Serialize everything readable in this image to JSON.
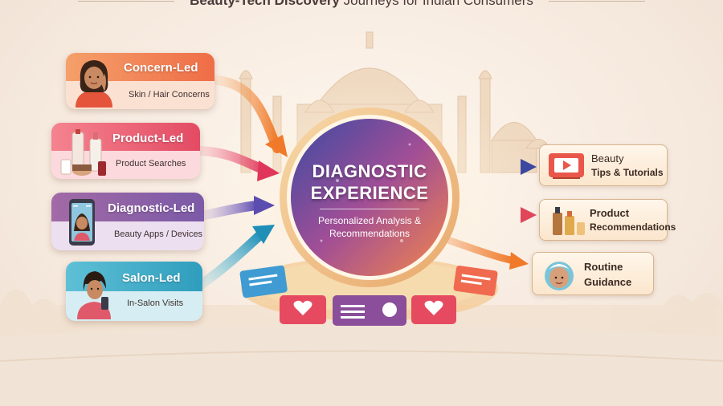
{
  "title": {
    "bold": "Beauty-Tech Discovery",
    "rest": "Journeys for Indian Consumers"
  },
  "hub": {
    "title_line1": "DIAGNOSTIC",
    "title_line2": "EXPERIENCE",
    "subtitle_line1": "Personalized Analysis &",
    "subtitle_line2": "Recommendations"
  },
  "entry_journeys": [
    {
      "label": "Concern-Led",
      "sub": "Skin / Hair Concerns",
      "icon": "woman-touching-face-icon",
      "color": "#f0834a"
    },
    {
      "label": "Product-Led",
      "sub": "Product Searches",
      "icon": "skincare-bottles-icon",
      "color": "#e8566a"
    },
    {
      "label": "Diagnostic-Led",
      "sub": "Beauty Apps / Devices",
      "icon": "phone-face-scan-icon",
      "color": "#9a5a9c"
    },
    {
      "label": "Salon-Led",
      "sub": "In-Salon Visits",
      "icon": "woman-with-phone-icon",
      "color": "#3aa6c7"
    }
  ],
  "outcomes": [
    {
      "line1": "Beauty",
      "line2": "Tips & Tutorials",
      "icon": "video-play-icon"
    },
    {
      "line1": "Product",
      "line2": "Recommendations",
      "icon": "product-bottles-icon"
    },
    {
      "line1": "Routine",
      "line2": "Guidance",
      "icon": "face-towel-icon"
    }
  ],
  "colors": {
    "hub_gradient": [
      "#3f4fa6",
      "#a04f97",
      "#f07a4a"
    ],
    "arrow_orange": "#f08a3c",
    "arrow_pink": "#e8566a",
    "arrow_purple": "#7a5bb0",
    "arrow_teal": "#2f9dbd"
  }
}
